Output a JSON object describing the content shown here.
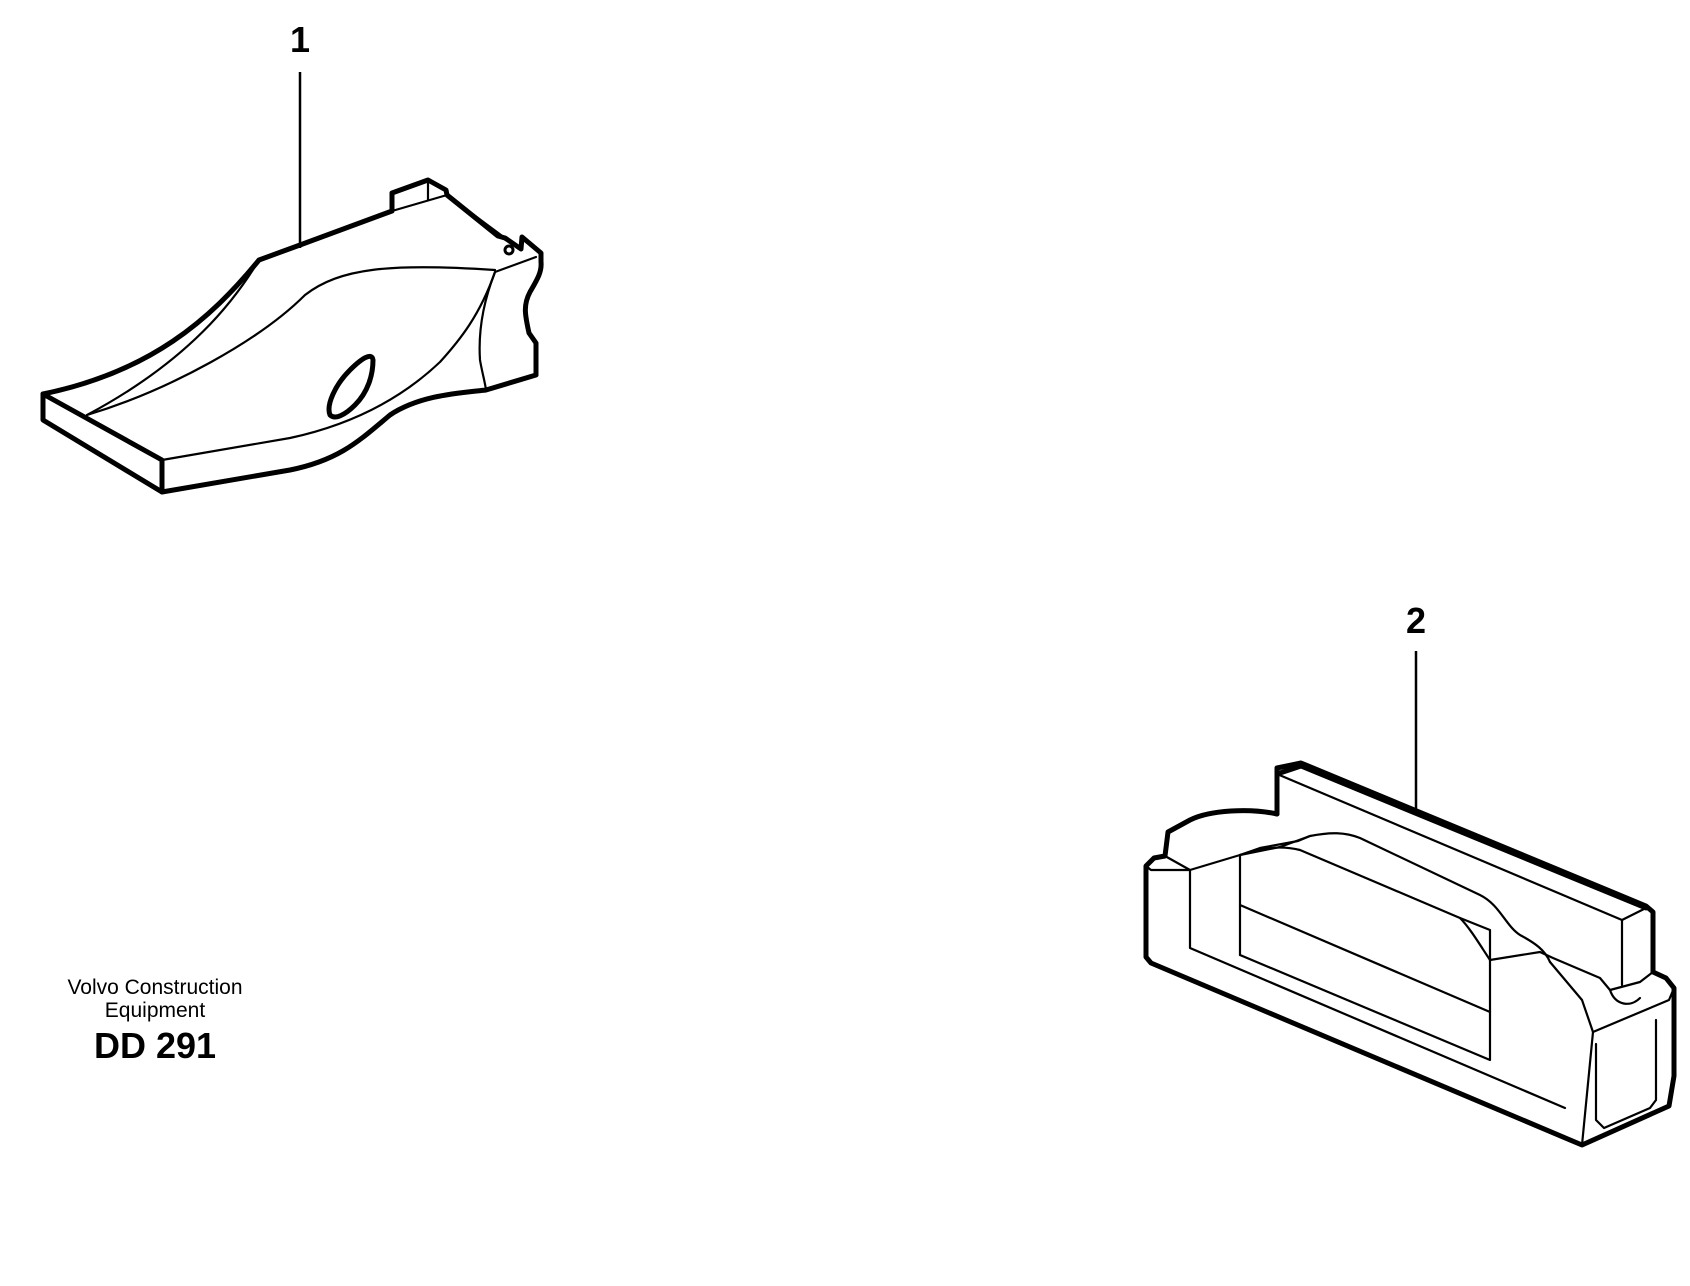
{
  "callouts": [
    {
      "id": "1",
      "label": "1"
    },
    {
      "id": "2",
      "label": "2"
    }
  ],
  "caption": {
    "maker_line1": "Volvo Construction",
    "maker_line2": "Equipment",
    "code": "DD 291"
  },
  "colors": {
    "ink": "#000000",
    "background": "#ffffff"
  }
}
